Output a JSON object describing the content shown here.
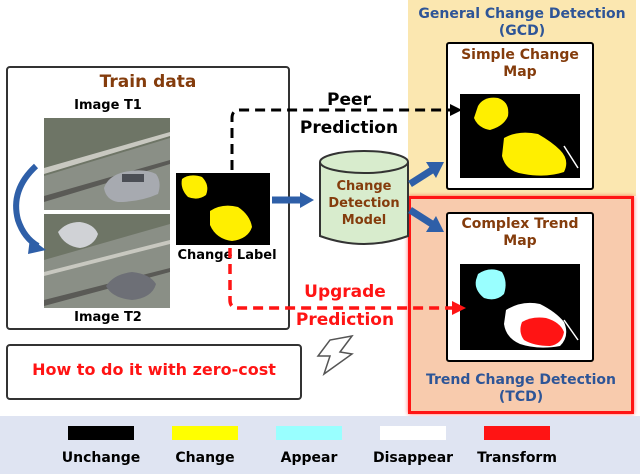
{
  "gcd_panel": {
    "title_line1": "General Change Detection",
    "title_line2": "(GCD)"
  },
  "tcd_panel": {
    "title_line1": "Trend Change Detection",
    "title_line2": "(TCD)"
  },
  "simple_map": {
    "title_line1": "Simple Change",
    "title_line2": "Map"
  },
  "complex_map": {
    "title_line1": "Complex Trend",
    "title_line2": "Map"
  },
  "train": {
    "title": "Train data",
    "image_t1": "Image T1",
    "image_t2": "Image T2",
    "change_label": "Change Label"
  },
  "model": {
    "line1": "Change",
    "line2": "Detection",
    "line3": "Model"
  },
  "arrows": {
    "peer_line1": "Peer",
    "peer_line2": "Prediction",
    "upgrade_line1": "Upgrade",
    "upgrade_line2": "Prediction"
  },
  "question": "How to do it with zero-cost",
  "legend": [
    {
      "label": "Unchange",
      "color": "#000000"
    },
    {
      "label": "Change",
      "color": "#ffff00"
    },
    {
      "label": "Appear",
      "color": "#99ffff"
    },
    {
      "label": "Disappear",
      "color": "#ffffff"
    },
    {
      "label": "Transform",
      "color": "#ff1414"
    }
  ],
  "colors": {
    "gcd_bg": "#fbe7b0",
    "tcd_bg": "#f8cbad",
    "tcd_border": "#ff1414",
    "title_blue": "#2e5597",
    "title_brown": "#843c0c",
    "arrow_blue": "#2e5fa8",
    "model_fill": "#d8eccd",
    "legend_bg": "#dfe4f2"
  }
}
